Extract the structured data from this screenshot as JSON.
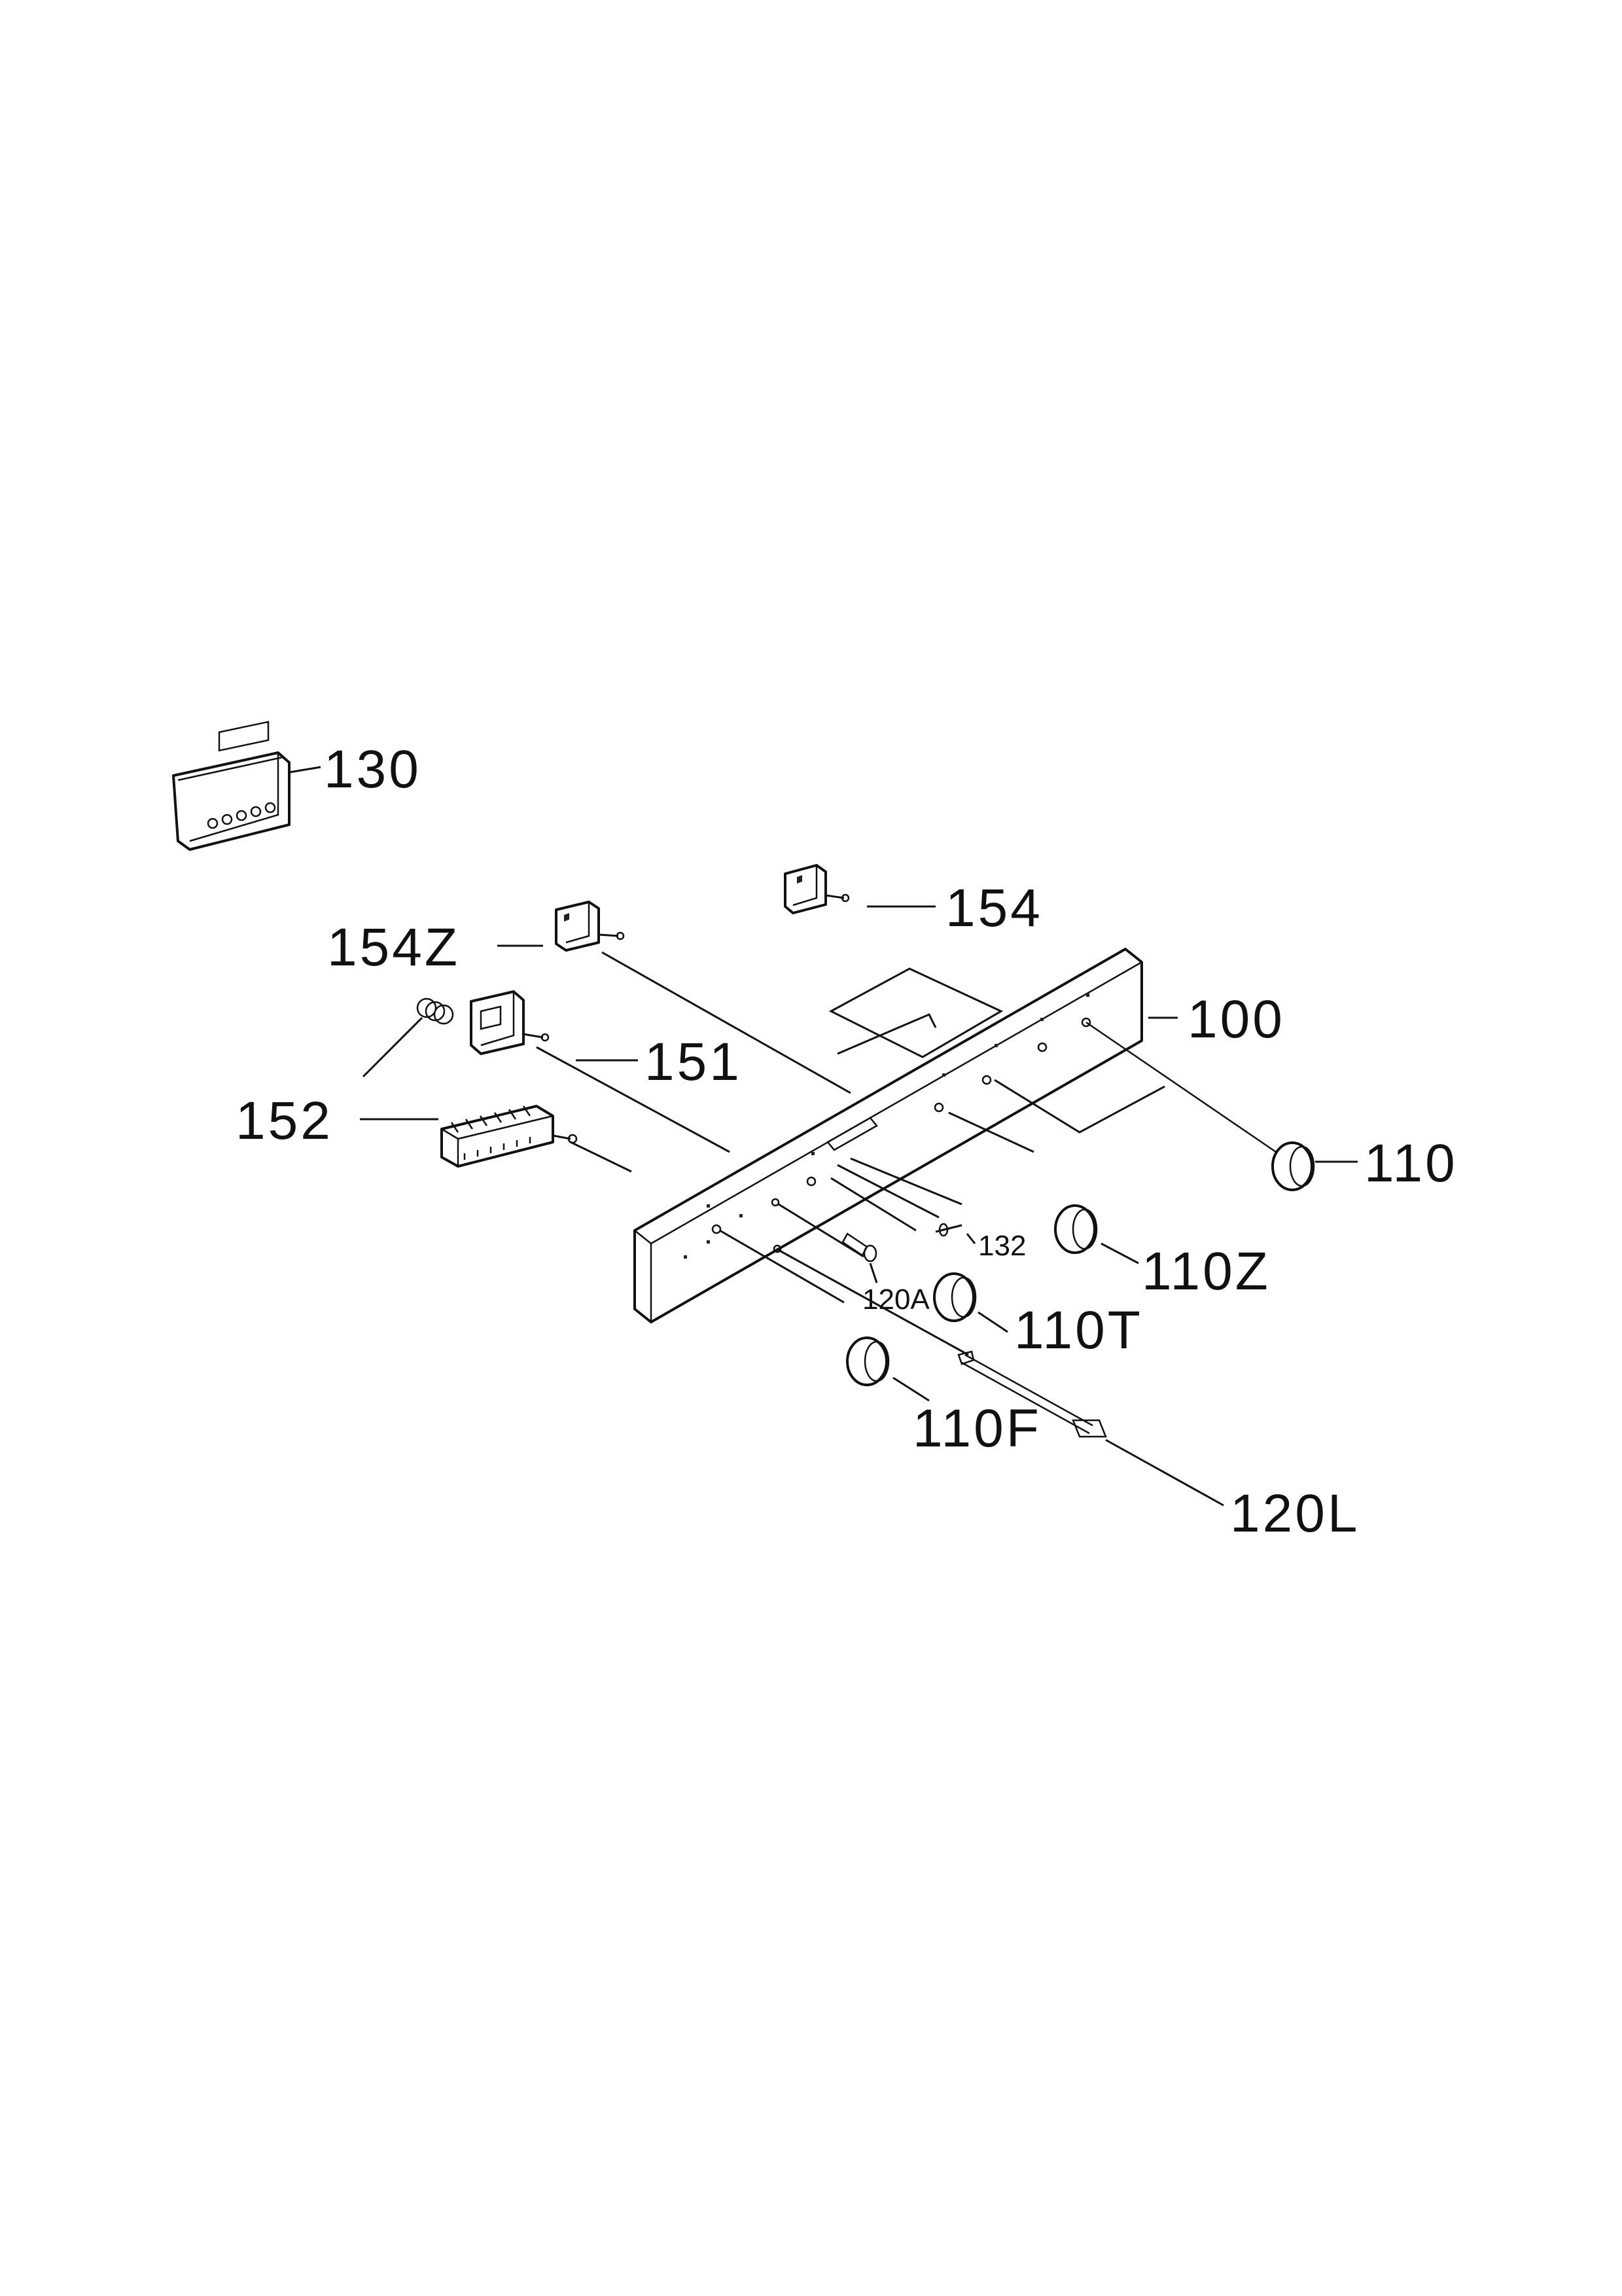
{
  "diagram": {
    "labels": {
      "p130": "130",
      "p154": "154",
      "p154z": "154Z",
      "p100": "100",
      "p151": "151",
      "p152": "152",
      "p110": "110",
      "p132": "132",
      "p110z": "110Z",
      "p120a": "120A",
      "p110t": "110T",
      "p110f": "110F",
      "p120l": "120L"
    },
    "colors": {
      "ink": "#111111",
      "paper": "#ffffff"
    }
  }
}
